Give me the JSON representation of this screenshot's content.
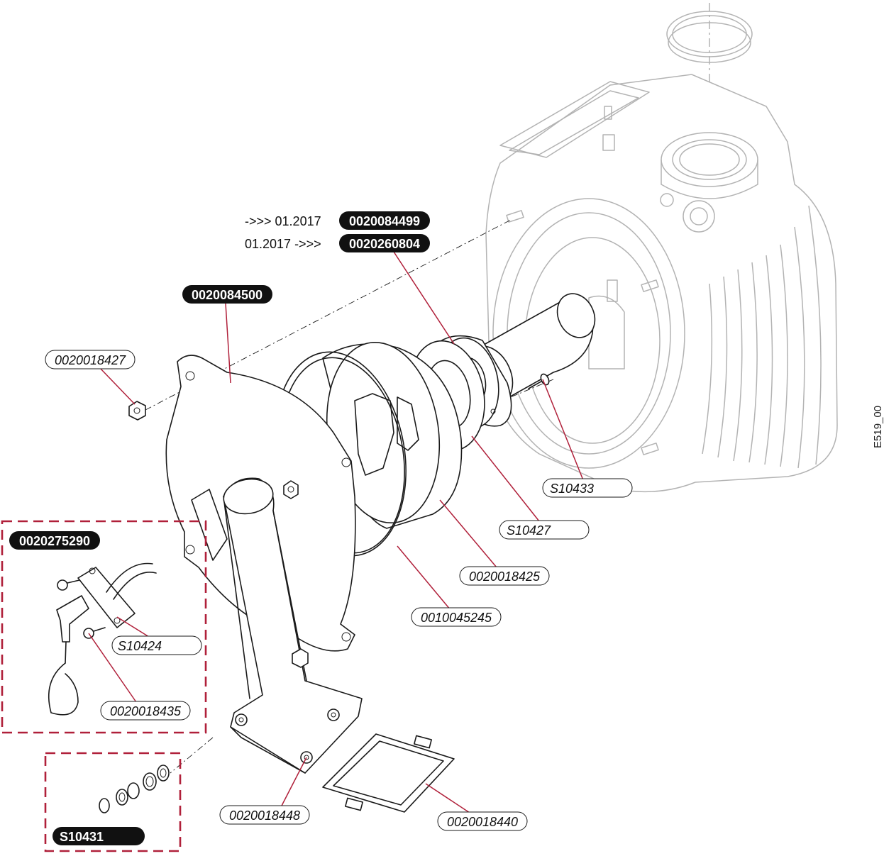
{
  "figure_ref": "E519_00",
  "version_notes": {
    "before": "->>> 01.2017",
    "after": "01.2017 ->>>"
  },
  "callouts": {
    "p_0020084499": "0020084499",
    "p_0020260804": "0020260804",
    "p_0020084500": "0020084500",
    "p_0020018427": "0020018427",
    "p_S10433": "S10433",
    "p_S10427": "S10427",
    "p_0020018425": "0020018425",
    "p_0010045245": "0010045245",
    "p_0020275290": "0020275290",
    "p_S10424": "S10424",
    "p_0020018435": "0020018435",
    "p_0020018448": "0020018448",
    "p_0020018440": "0020018440",
    "p_S10431": "S10431"
  },
  "colors": {
    "leader": "#b0203a",
    "group_box": "#b0203a",
    "ghost_part": "#b3b3b3",
    "highlight_label_bg": "#111111"
  }
}
